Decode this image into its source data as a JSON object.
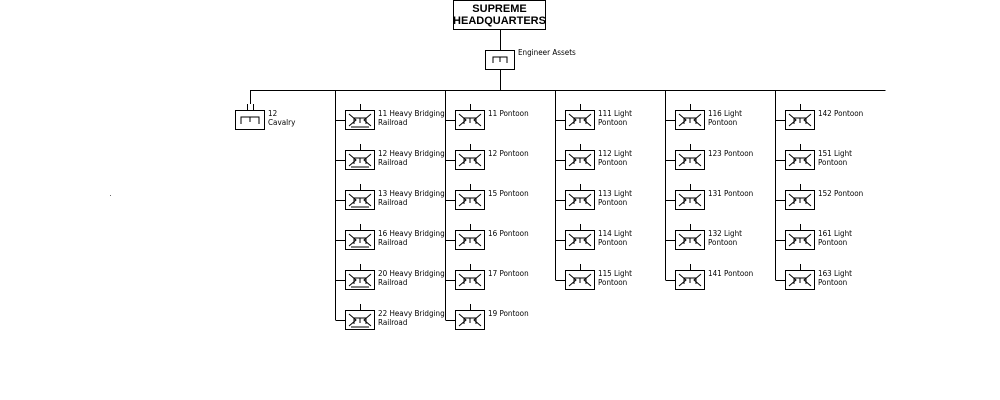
{
  "hq": {
    "line1": "SUPREME",
    "line2": "HEADQUARTERS"
  },
  "engineer_assets": "Engineer Assets",
  "cavalry": {
    "line1": "12",
    "line2": "Cavalry"
  },
  "columns": [
    {
      "units": [
        {
          "line1": "11 Heavy Bridging",
          "line2": "Railroad",
          "type": "bridging"
        },
        {
          "line1": "12 Heavy Bridging",
          "line2": "Railroad",
          "type": "bridging"
        },
        {
          "line1": "13 Heavy Bridging",
          "line2": "Railroad",
          "type": "bridging"
        },
        {
          "line1": "16 Heavy Bridging",
          "line2": "Railroad",
          "type": "bridging"
        },
        {
          "line1": "20 Heavy Bridging",
          "line2": "Railroad",
          "type": "bridging"
        },
        {
          "line1": "22 Heavy Bridging",
          "line2": "Railroad",
          "type": "bridging"
        }
      ]
    },
    {
      "units": [
        {
          "line1": "11 Pontoon",
          "line2": "",
          "type": "pontoon"
        },
        {
          "line1": "12 Pontoon",
          "line2": "",
          "type": "pontoon"
        },
        {
          "line1": "15 Pontoon",
          "line2": "",
          "type": "pontoon"
        },
        {
          "line1": "16 Pontoon",
          "line2": "",
          "type": "pontoon"
        },
        {
          "line1": "17 Pontoon",
          "line2": "",
          "type": "pontoon"
        },
        {
          "line1": "19 Pontoon",
          "line2": "",
          "type": "pontoon"
        }
      ]
    },
    {
      "units": [
        {
          "line1": "111 Light",
          "line2": "Pontoon",
          "type": "pontoon"
        },
        {
          "line1": "112 Light",
          "line2": "Pontoon",
          "type": "pontoon"
        },
        {
          "line1": "113 Light",
          "line2": "Pontoon",
          "type": "pontoon"
        },
        {
          "line1": "114 Light",
          "line2": "Pontoon",
          "type": "pontoon"
        },
        {
          "line1": "115 Light",
          "line2": "Pontoon",
          "type": "pontoon"
        }
      ]
    },
    {
      "units": [
        {
          "line1": "116 Light",
          "line2": "Pontoon",
          "type": "pontoon"
        },
        {
          "line1": "123 Pontoon",
          "line2": "",
          "type": "pontoon"
        },
        {
          "line1": "131 Pontoon",
          "line2": "",
          "type": "pontoon"
        },
        {
          "line1": "132 Light",
          "line2": "Pontoon",
          "type": "pontoon"
        },
        {
          "line1": "141 Pontoon",
          "line2": "",
          "type": "pontoon"
        }
      ]
    },
    {
      "units": [
        {
          "line1": "142 Pontoon",
          "line2": "",
          "type": "pontoon"
        },
        {
          "line1": "151 Light",
          "line2": "Pontoon",
          "type": "pontoon"
        },
        {
          "line1": "152 Pontoon",
          "line2": "",
          "type": "pontoon"
        },
        {
          "line1": "161 Light",
          "line2": "Pontoon",
          "type": "pontoon"
        },
        {
          "line1": "163 Light",
          "line2": "Pontoon",
          "type": "pontoon"
        }
      ]
    }
  ]
}
